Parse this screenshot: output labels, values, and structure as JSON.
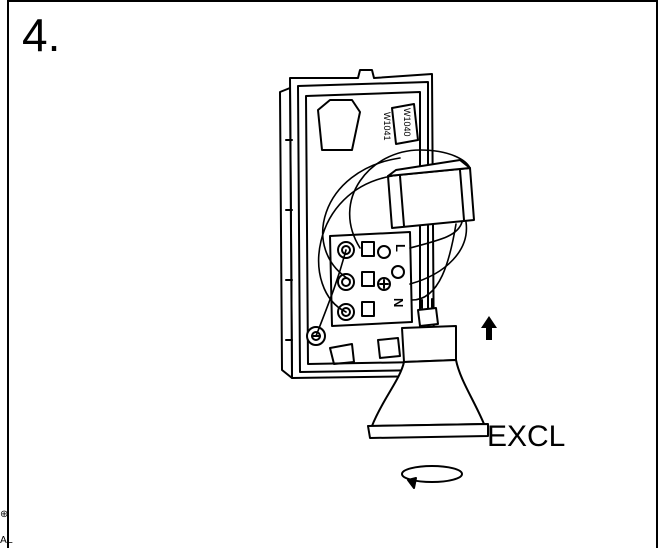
{
  "step": {
    "number": "4."
  },
  "labels": {
    "excl": "EXCL",
    "terminal_l": "L",
    "terminal_n": "N",
    "model_1": "W1041",
    "model_2": "W1040"
  },
  "edge": {
    "mark": "⊕",
    "text": "AL"
  },
  "icons": [
    "up-arrow-icon",
    "rotate-arrow-icon",
    "earth-symbol-icon"
  ],
  "colors": {
    "line": "#000000",
    "background": "#ffffff"
  }
}
